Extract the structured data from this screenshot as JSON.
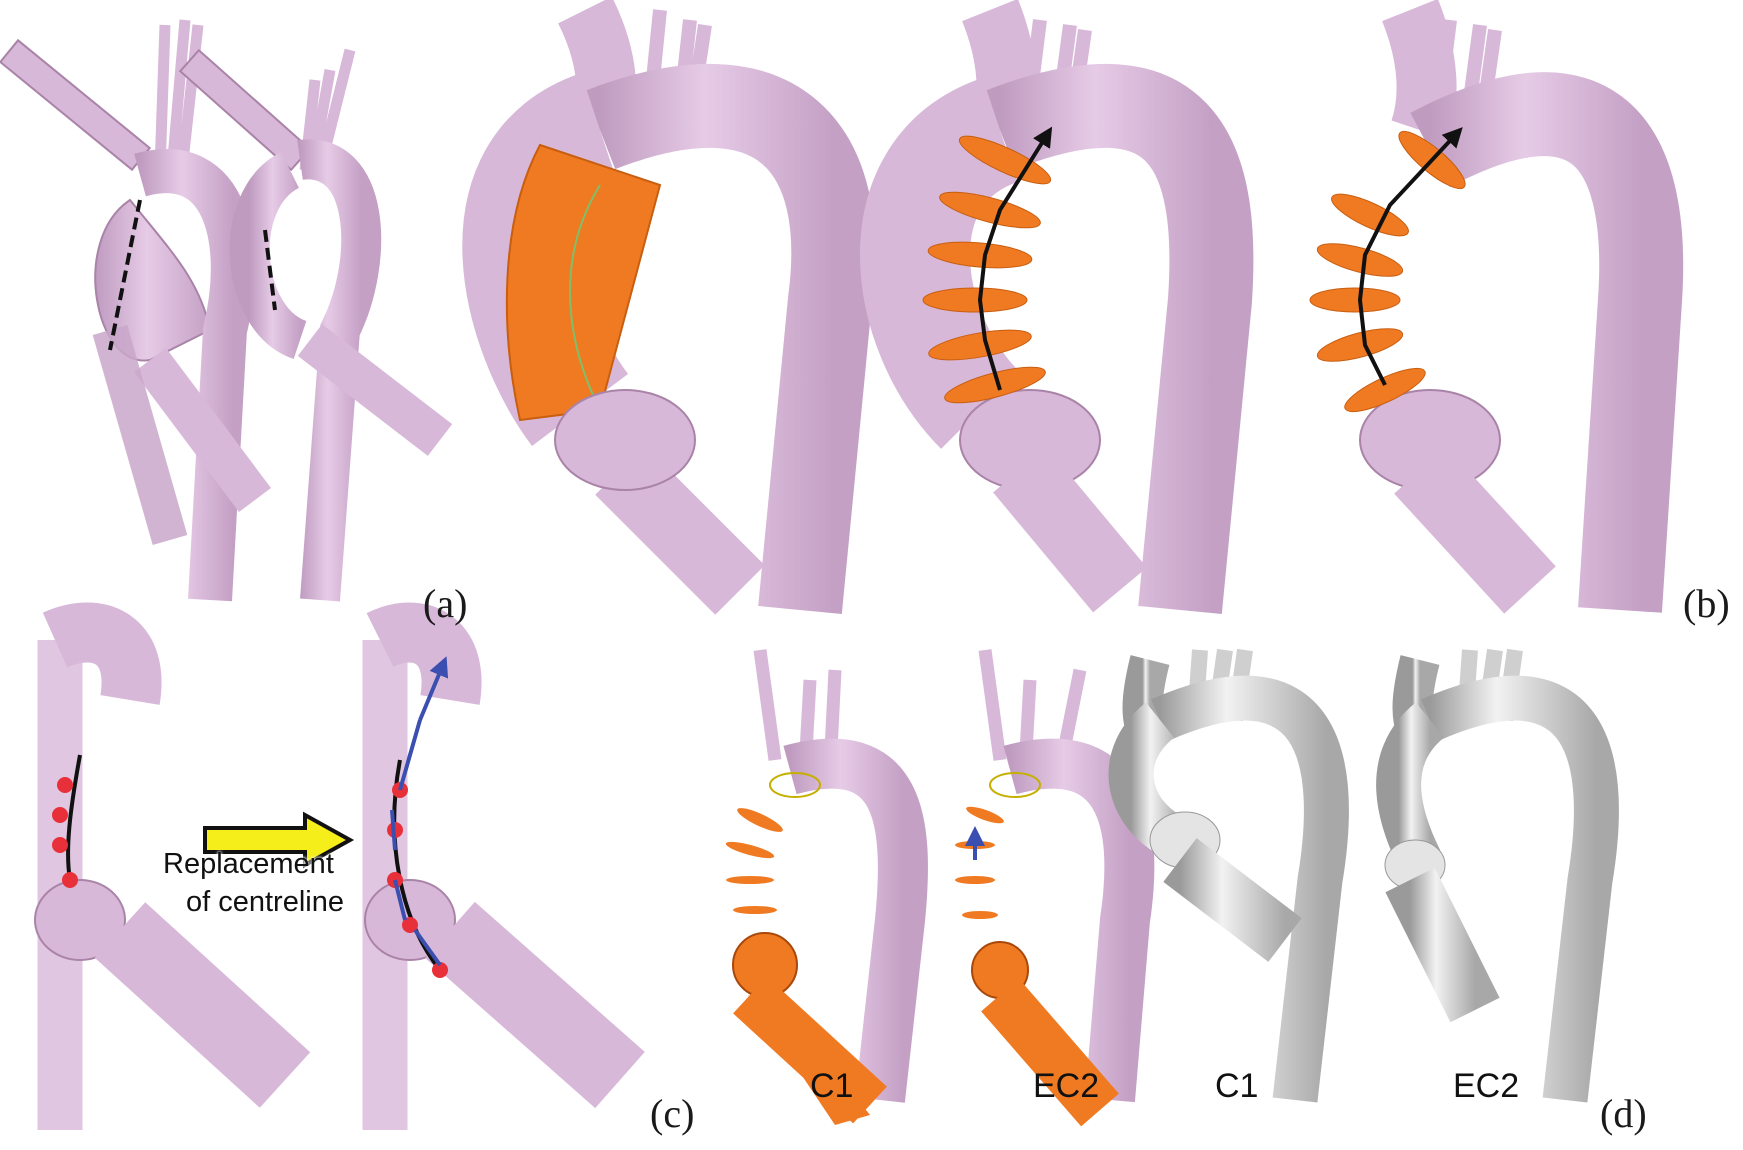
{
  "panels": {
    "a": {
      "label": "(a)"
    },
    "b": {
      "label": "(b)"
    },
    "c": {
      "label": "(c)",
      "annotation_line1": "Replacement",
      "annotation_line2": "of centreline"
    },
    "d": {
      "label": "(d)"
    }
  },
  "model_labels": {
    "c1_mesh": "C1",
    "ec2_mesh": "EC2",
    "c1_smooth": "C1",
    "ec2_smooth": "EC2"
  },
  "colors": {
    "vessel": "#d8b8d8",
    "vessel_edge": "#a983a8",
    "mesh_line": "#4a3a4f",
    "selection": "#f07a22",
    "arrow_black": "#111111",
    "arrow_blue": "#3b4fb0",
    "point_red": "#e8303a",
    "replace_arrow": "#f6ee1a",
    "smooth_model": "#d9d9d9"
  },
  "icons": {
    "replacement_arrow": "right-arrow-icon",
    "centreline_points": "red-dot-icon"
  }
}
